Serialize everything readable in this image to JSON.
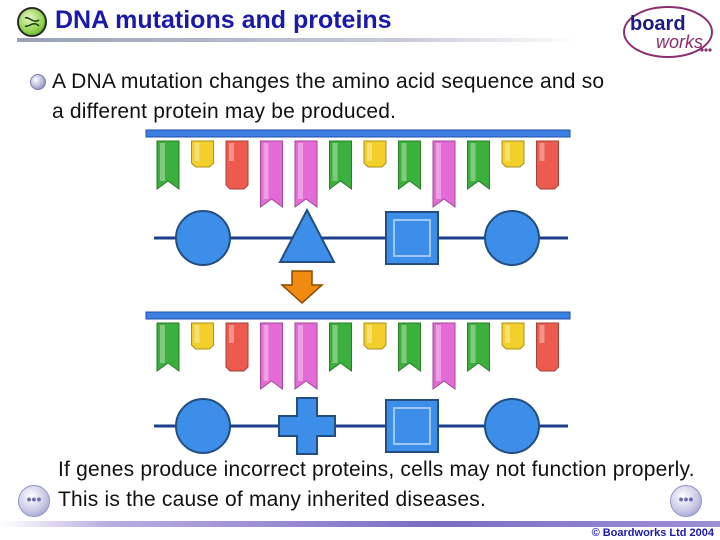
{
  "header": {
    "title": "DNA mutations and proteins",
    "logo_text_1": "board",
    "logo_text_2": "works"
  },
  "main": {
    "intro": "A DNA mutation changes the amino acid sequence and so a different protein may be produced.",
    "note": "If genes produce incorrect proteins, cells may not function properly. This is the cause of many inherited diseases."
  },
  "diagram": {
    "flag_colors": [
      "#3cb03c",
      "#f2cf2a",
      "#ec5b4e",
      "#e46ad6",
      "#e46ad6",
      "#3cb03c",
      "#f2cf2a",
      "#3cb03c",
      "#e46ad6",
      "#3cb03c",
      "#f2cf2a",
      "#ec5b4e"
    ],
    "original_protein": [
      "circle",
      "triangle",
      "square",
      "circle"
    ],
    "mutated_protein": [
      "circle",
      "cross",
      "square",
      "circle"
    ],
    "shape_color": "#3d8ee8",
    "arrow_color": "#f08a10"
  },
  "footer": {
    "prev_label": "•••",
    "next_label": "•••",
    "copyright": "© Boardworks Ltd 2004"
  }
}
